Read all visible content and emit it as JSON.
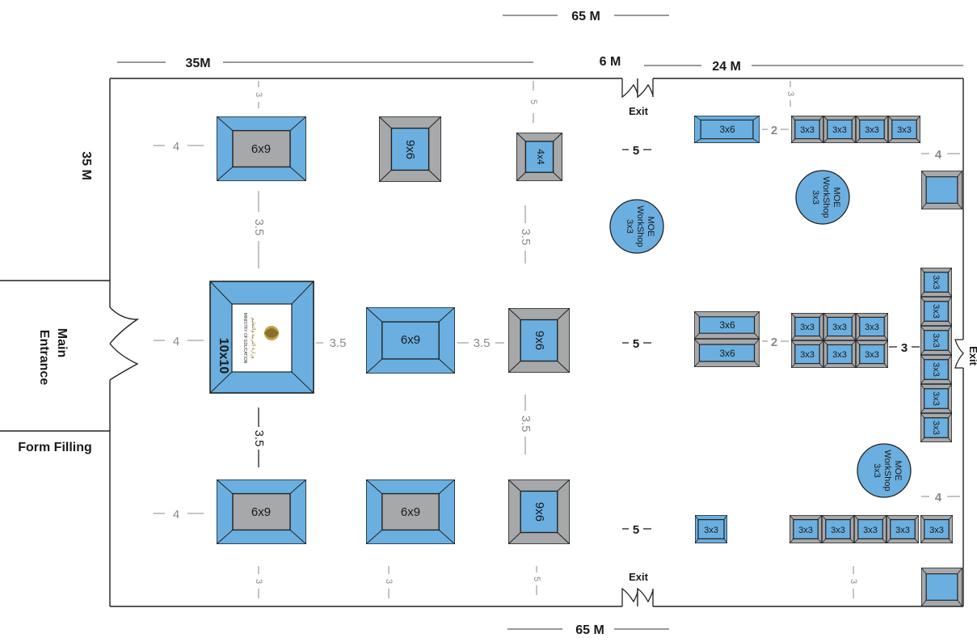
{
  "dimensions": {
    "top_total": "65 M",
    "bottom_total": "65 M",
    "left_section": "35M",
    "middle_section": "6 M",
    "right_section": "24 M",
    "height": "35 M"
  },
  "labels": {
    "main_entrance_line1": "Main",
    "main_entrance_line2": "Entrance",
    "form_filling": "Form Filling",
    "exit": "Exit"
  },
  "booths": {
    "b6x9": "6x9",
    "b9x6": "9x6",
    "b4x4": "4x4",
    "b10x10": "10x10",
    "b3x6": "3x6",
    "b3x3": "3x3"
  },
  "workshop": {
    "line1": "MOE",
    "line2": "WorkShop",
    "line3": "3x3"
  },
  "gaps": {
    "g3": "3",
    "g4": "4",
    "g5": "5",
    "g35": "3.5",
    "g2": "2"
  },
  "logo": {
    "arabic": "وزارة التربية والتعليم",
    "english": "MINISTRY OF EDUCATION"
  },
  "colors": {
    "booth_blue": "#6aafe0",
    "booth_gray": "#a7a8aa",
    "outline": "#222222"
  }
}
